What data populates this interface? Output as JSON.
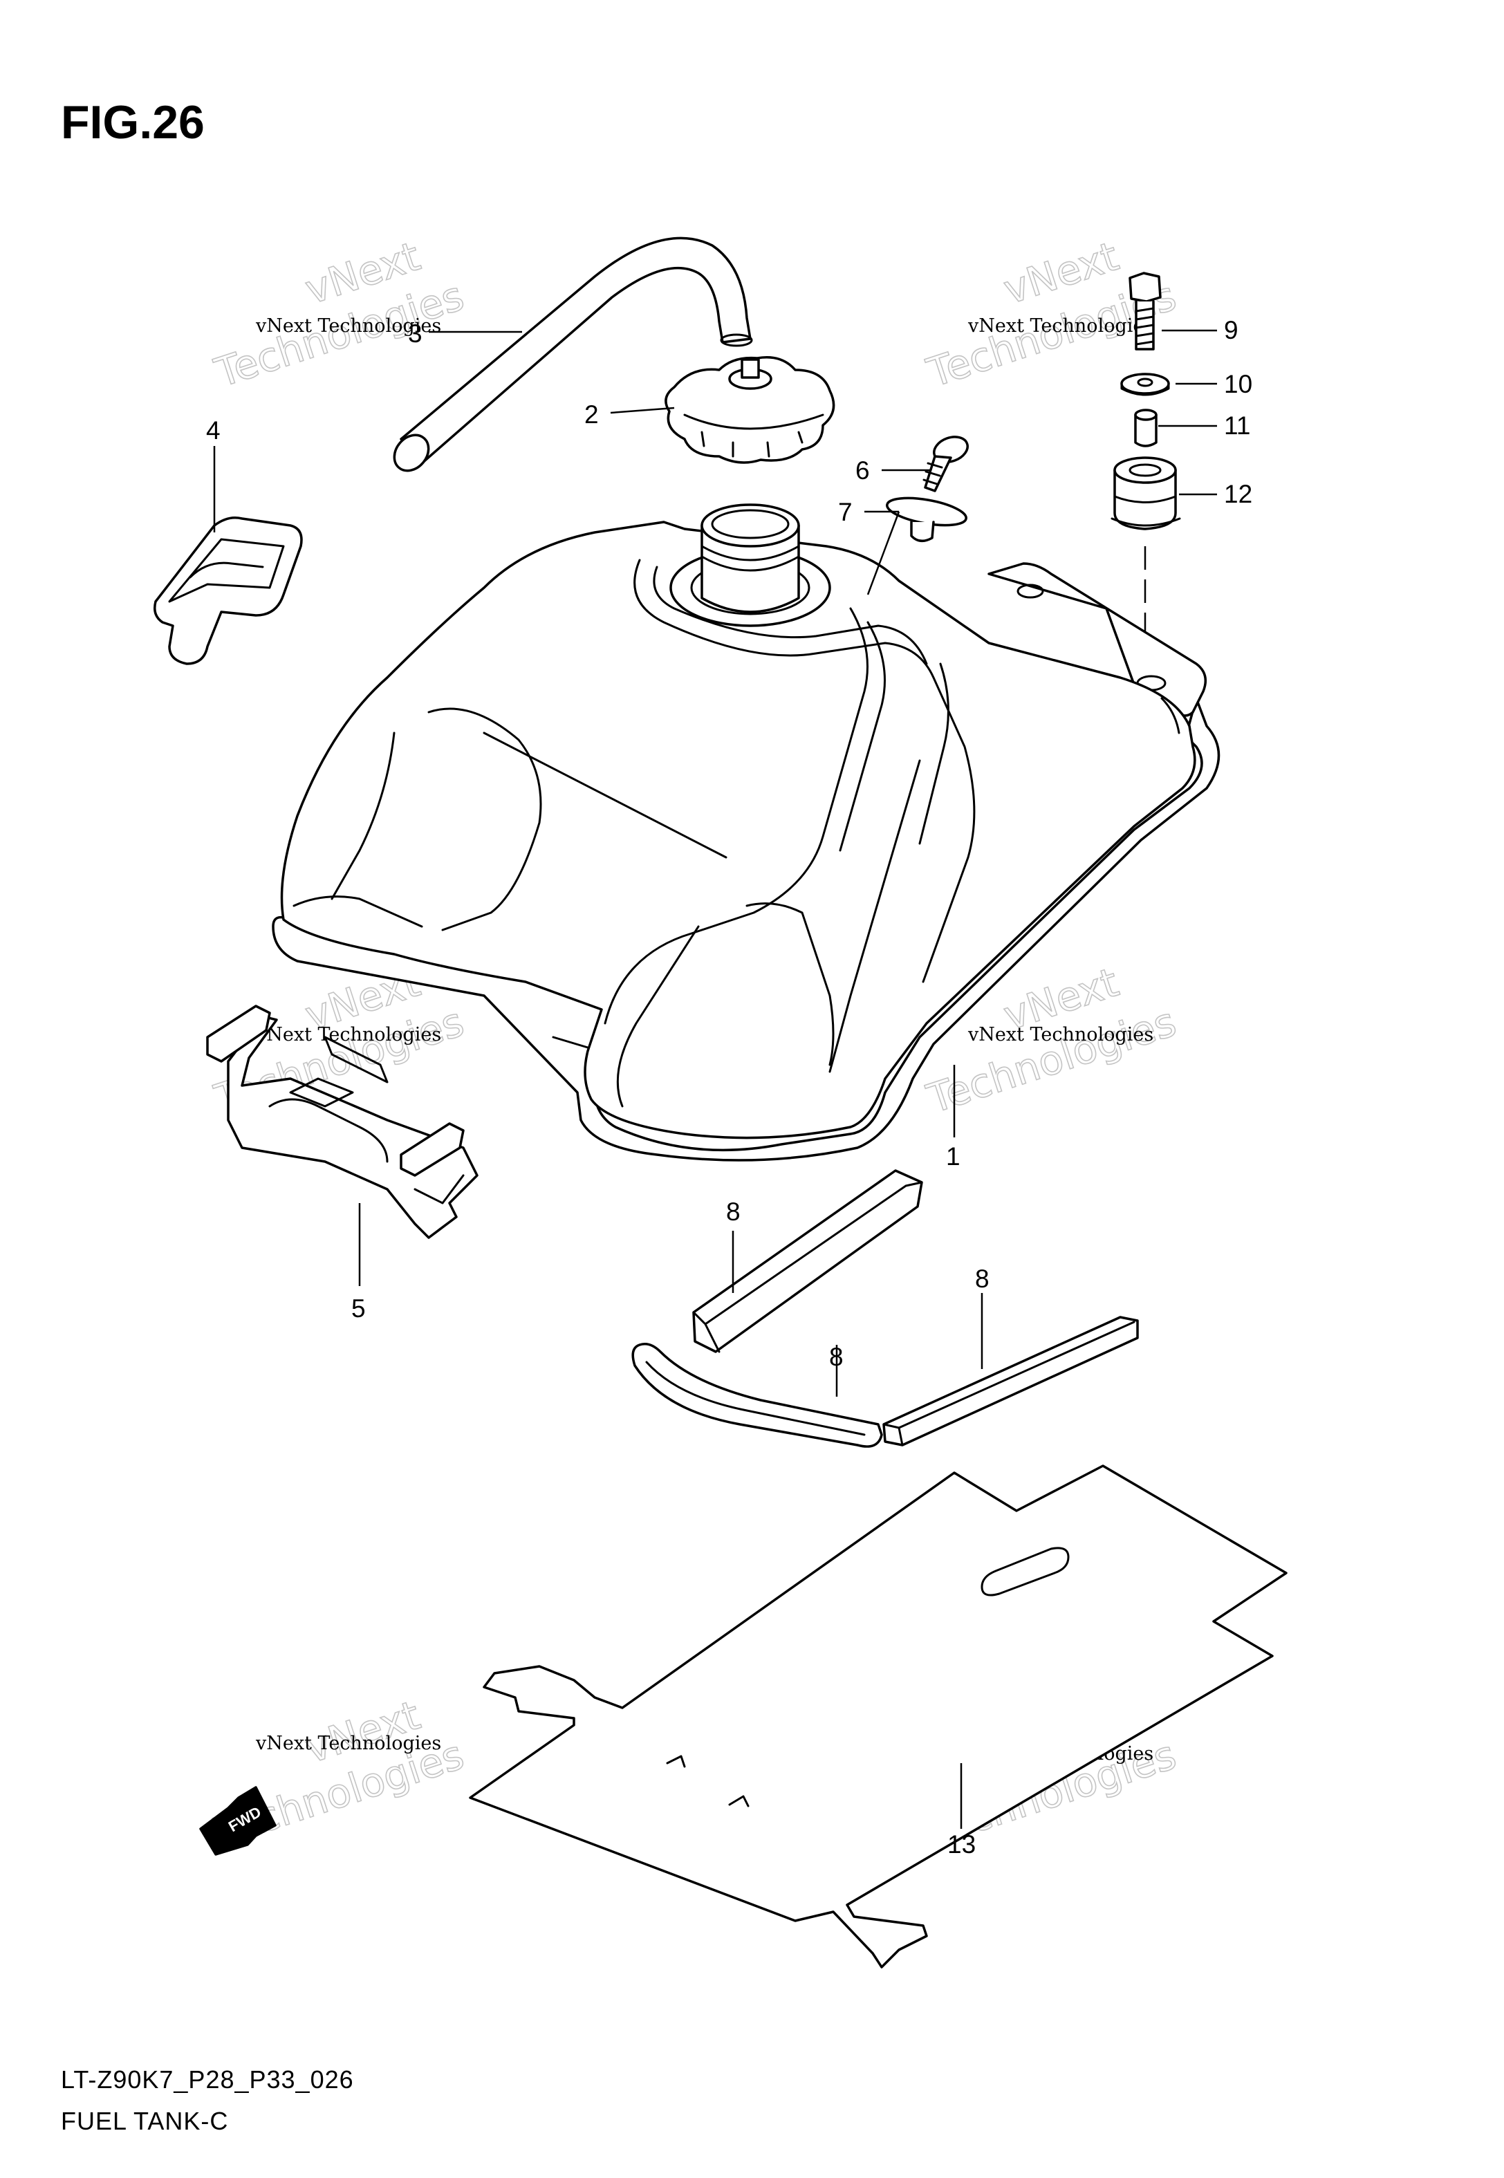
{
  "figure": {
    "title": "FIG.26",
    "model_code": "LT-Z90K7_P28_P33_026",
    "section_title": "FUEL TANK-C"
  },
  "callouts": [
    {
      "id": "1",
      "part": "fuel-tank"
    },
    {
      "id": "2",
      "part": "fuel-cap"
    },
    {
      "id": "3",
      "part": "breather-hose"
    },
    {
      "id": "4",
      "part": "bracket"
    },
    {
      "id": "5",
      "part": "band"
    },
    {
      "id": "6",
      "part": "screw"
    },
    {
      "id": "7",
      "part": "clamp"
    },
    {
      "id": "8",
      "part": "cushion"
    },
    {
      "id": "8",
      "part": "cushion"
    },
    {
      "id": "8",
      "part": "cushion"
    },
    {
      "id": "9",
      "part": "bolt"
    },
    {
      "id": "10",
      "part": "washer"
    },
    {
      "id": "11",
      "part": "spacer"
    },
    {
      "id": "12",
      "part": "grommet"
    },
    {
      "id": "13",
      "part": "heat-shield"
    }
  ],
  "forward_marker": {
    "label": "FWD",
    "icon": "fwd-arrow-icon"
  },
  "watermark": {
    "line1": "vNext Technologies",
    "line2": "vNext",
    "line3": "Technologies"
  },
  "colors": {
    "line": "#000000",
    "background": "#ffffff",
    "watermark": "#c4c4c4"
  }
}
